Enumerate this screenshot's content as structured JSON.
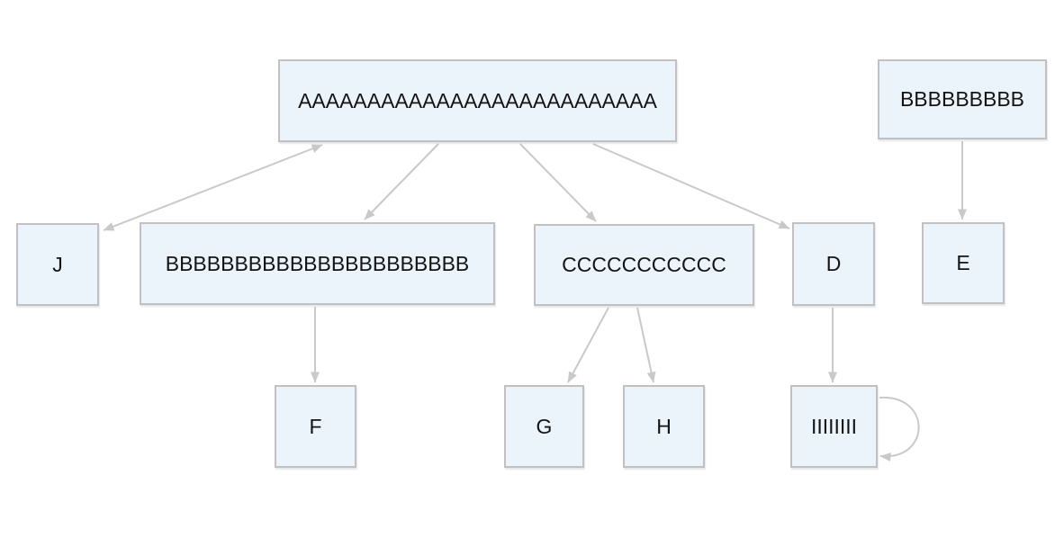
{
  "diagram": {
    "nodes": {
      "a": {
        "label": "AAAAAAAAAAAAAAAAAAAAAAAAAA"
      },
      "b_top": {
        "label": "BBBBBBBBB"
      },
      "j": {
        "label": "J"
      },
      "b_mid": {
        "label": "BBBBBBBBBBBBBBBBBBBBBB"
      },
      "c": {
        "label": "CCCCCCCCCCC"
      },
      "d": {
        "label": "D"
      },
      "e": {
        "label": "E"
      },
      "f": {
        "label": "F"
      },
      "g": {
        "label": "G"
      },
      "h": {
        "label": "H"
      },
      "i": {
        "label": "IIIIIIII"
      }
    },
    "edges": [
      {
        "from": "a",
        "to": "j",
        "direction": "both"
      },
      {
        "from": "a",
        "to": "b_mid",
        "direction": "forward"
      },
      {
        "from": "a",
        "to": "c",
        "direction": "forward"
      },
      {
        "from": "a",
        "to": "d",
        "direction": "forward"
      },
      {
        "from": "b_top",
        "to": "e",
        "direction": "forward"
      },
      {
        "from": "b_mid",
        "to": "f",
        "direction": "forward"
      },
      {
        "from": "c",
        "to": "g",
        "direction": "forward"
      },
      {
        "from": "c",
        "to": "h",
        "direction": "forward"
      },
      {
        "from": "d",
        "to": "i",
        "direction": "forward"
      },
      {
        "from": "i",
        "to": "i",
        "direction": "self-loop"
      }
    ],
    "colors": {
      "node_fill": "#EBF3FB",
      "node_border": "#C1C1C1",
      "edge": "#C9C9C9",
      "text": "#141414",
      "background": "#FFFFFF"
    }
  }
}
